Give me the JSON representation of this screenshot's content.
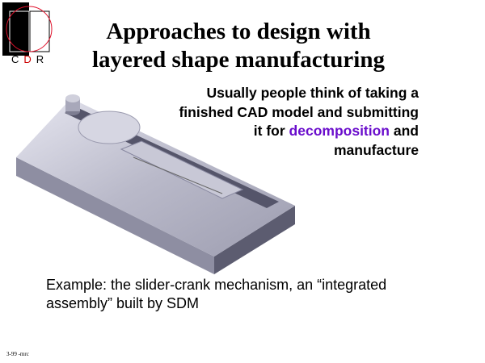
{
  "logo": {
    "letters": [
      "C",
      "D",
      "R"
    ],
    "colors": {
      "C": "#000000",
      "D": "#cc0000",
      "R": "#000000"
    }
  },
  "title": {
    "line1": "Approaches to design with",
    "line2": "layered shape manufacturing"
  },
  "note": {
    "part1": "Usually people think of taking a finished CAD model and submitting it for",
    "highlight": "decomposition",
    "part2": "and manufacture",
    "highlight_color": "#6a0dcc"
  },
  "example": "Example: the slider-crank mechanism, an “integrated assembly” built by SDM",
  "footer": "3-99 -mrc"
}
